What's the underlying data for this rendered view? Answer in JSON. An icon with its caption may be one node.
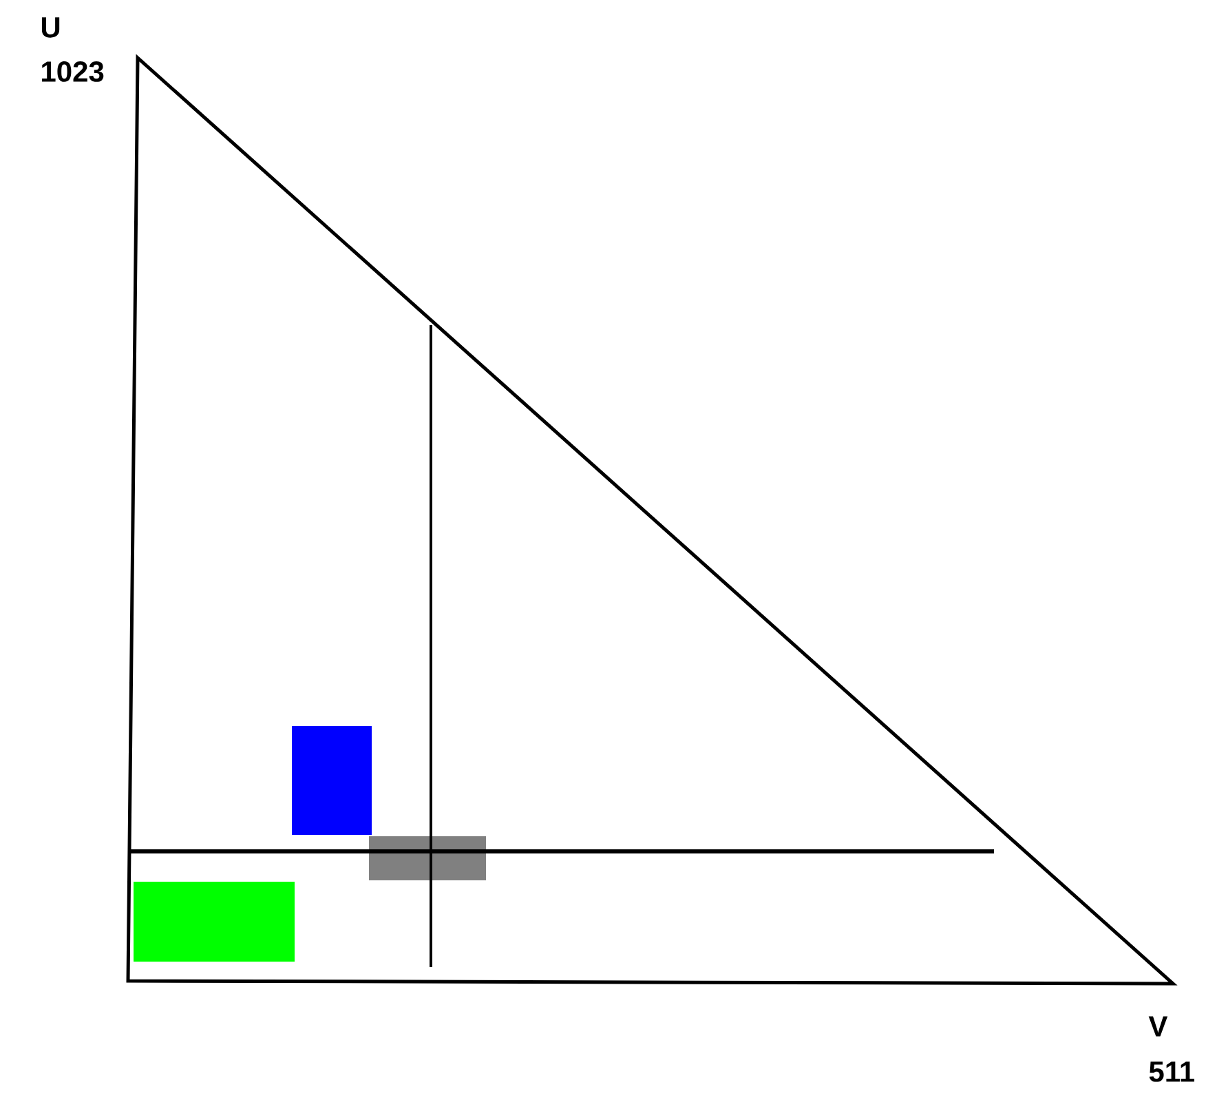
{
  "diagram": {
    "nodes": [
      {
        "text": [],
        "shape": "box"
      },
      {
        "text": [],
        "shape": "box"
      },
      {
        "text": [],
        "shape": "box"
      }
    ],
    "labels": [
      "U",
      "1023",
      "V",
      "511"
    ]
  }
}
